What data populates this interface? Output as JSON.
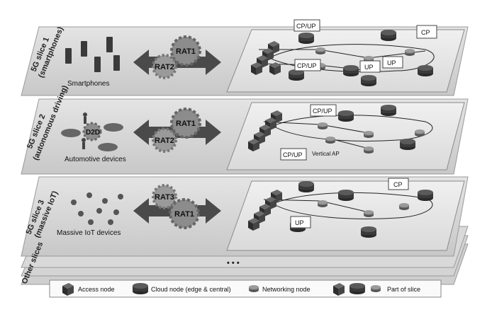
{
  "slices": [
    {
      "label_line1": "5G slice 1",
      "label_line2": "(smartphones)",
      "device_label": "Smartphones",
      "rat_top": "RAT1",
      "rat_bottom": "RAT2",
      "nf_labels": [
        "CP/UP",
        "CP/UP",
        "UP",
        "UP",
        "CP"
      ]
    },
    {
      "label_line1": "5G slice 2",
      "label_line2": "(autonomous driving)",
      "device_label": "Automotive devices",
      "d2d": "D2D",
      "rat_top": "RAT1",
      "rat_bottom": "RAT2",
      "nf_labels": [
        "CP/UP",
        "CP/UP"
      ],
      "vertical_ap": "Vertical AP"
    },
    {
      "label_line1": "5G slice 3",
      "label_line2": "(massive IoT)",
      "device_label": "Massive IoT devices",
      "rat_top": "RAT3",
      "rat_bottom": "RAT1",
      "nf_labels": [
        "CP",
        "UP"
      ]
    }
  ],
  "other_slices": "Other slices",
  "ellipsis": "• • •",
  "legend": {
    "access_node": "Access node",
    "cloud_node": "Cloud node (edge & central)",
    "networking_node": "Networking node",
    "part_of_slice": "Part of slice"
  },
  "colors": {
    "plane": "#d6d6d6",
    "plane_edge": "#9a9a9a",
    "node_dark": "#3a3a3a",
    "node_mid": "#7a7a7a",
    "gear": "#8c8c8c",
    "arrow": "#4a4a4a"
  }
}
